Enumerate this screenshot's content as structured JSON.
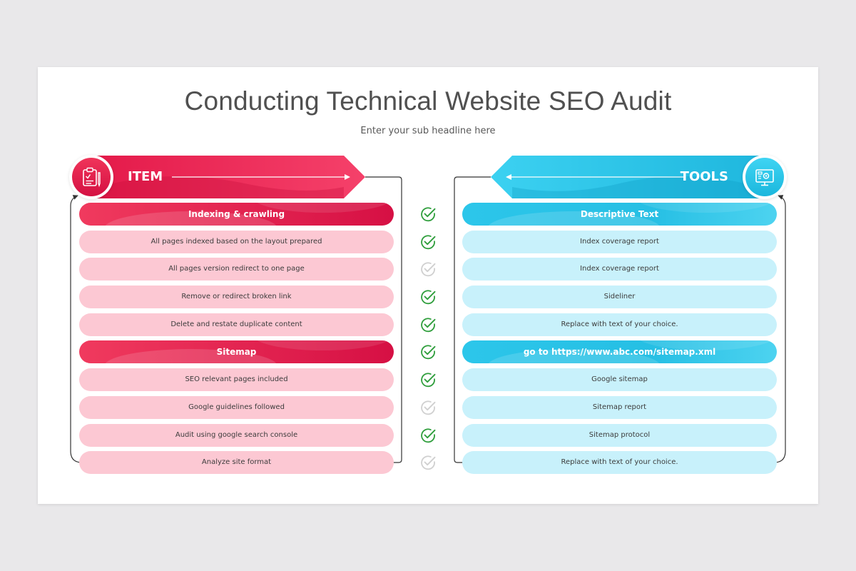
{
  "title": "Conducting Technical Website SEO Audit",
  "subtitle": "Enter your sub headline here",
  "colors": {
    "pink_accent": "#e01a4a",
    "pink_light": "#fcc8d3",
    "cyan_accent": "#26bfe4",
    "cyan_light": "#c8f1fb",
    "check_active": "#2f9e3c",
    "check_inactive": "#d0d0d0"
  },
  "left": {
    "header": "ITEM",
    "icon": "clipboard-checklist-icon",
    "rows": [
      {
        "text": "Indexing & crawling",
        "section": true
      },
      {
        "text": "All pages indexed based on the layout prepared",
        "section": false
      },
      {
        "text": "All pages version redirect to one page",
        "section": false
      },
      {
        "text": "Remove or redirect broken link",
        "section": false
      },
      {
        "text": "Delete and restate duplicate content",
        "section": false
      },
      {
        "text": "Sitemap",
        "section": true
      },
      {
        "text": "SEO relevant pages included",
        "section": false
      },
      {
        "text": "Google guidelines followed",
        "section": false
      },
      {
        "text": "Audit using google search console",
        "section": false
      },
      {
        "text": "Analyze site format",
        "section": false
      }
    ]
  },
  "right": {
    "header": "TOOLS",
    "icon": "monitor-gear-icon",
    "rows": [
      {
        "text": "Descriptive Text",
        "section": true
      },
      {
        "text": "Index coverage report",
        "section": false
      },
      {
        "text": "Index coverage report",
        "section": false
      },
      {
        "text": "Sideliner",
        "section": false
      },
      {
        "text": "Replace with text of your choice.",
        "section": false
      },
      {
        "text": "go to https://www.abc.com/sitemap.xml",
        "section": true
      },
      {
        "text": "Google sitemap",
        "section": false
      },
      {
        "text": "Sitemap report",
        "section": false
      },
      {
        "text": "Sitemap protocol",
        "section": false
      },
      {
        "text": "Replace with text of your choice.",
        "section": false
      }
    ]
  },
  "checks": [
    true,
    true,
    false,
    true,
    true,
    true,
    true,
    false,
    true,
    false
  ]
}
